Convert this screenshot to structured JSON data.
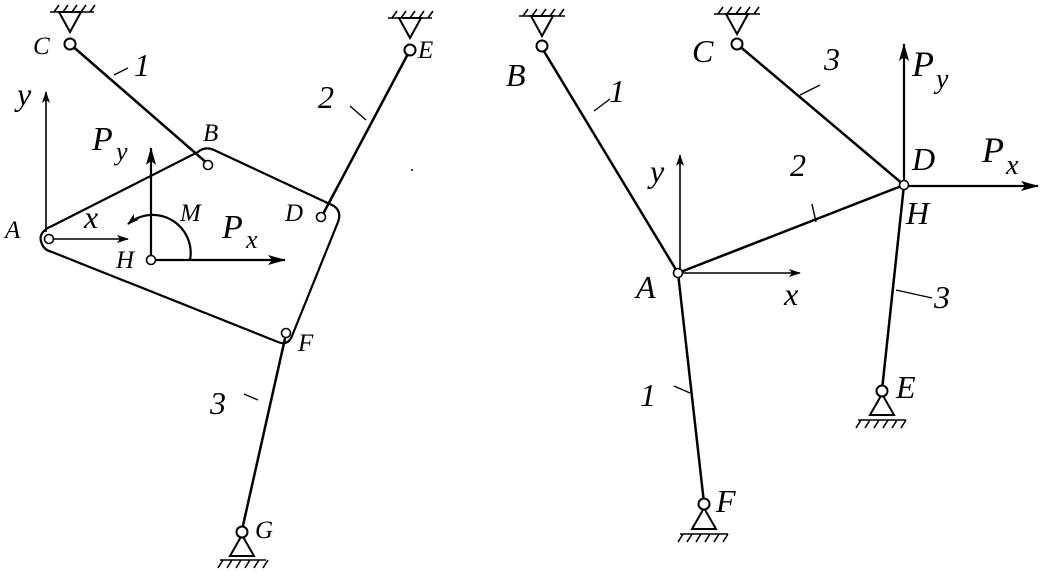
{
  "left_figure": {
    "points": {
      "C": "C",
      "B": "B",
      "A": "A",
      "H": "H",
      "D": "D",
      "E": "E",
      "F": "F",
      "G": "G"
    },
    "members": {
      "m1": "1",
      "m2": "2",
      "m3": "3"
    },
    "axes": {
      "x": "x",
      "y": "y"
    },
    "forces": {
      "Px": "P",
      "Px_sub": "x",
      "Py": "P",
      "Py_sub": "y",
      "M": "M"
    }
  },
  "right_figure": {
    "points": {
      "B": "B",
      "C": "C",
      "D": "D",
      "H": "H",
      "A": "A",
      "E": "E",
      "F": "F"
    },
    "members": {
      "m1_top": "1",
      "m2": "2",
      "m3_top": "3",
      "m3_bot": "3",
      "m1_bot": "1"
    },
    "axes": {
      "x": "x",
      "y": "y"
    },
    "forces": {
      "Px": "P",
      "Px_sub": "x",
      "Py": "P",
      "Py_sub": "y"
    }
  }
}
